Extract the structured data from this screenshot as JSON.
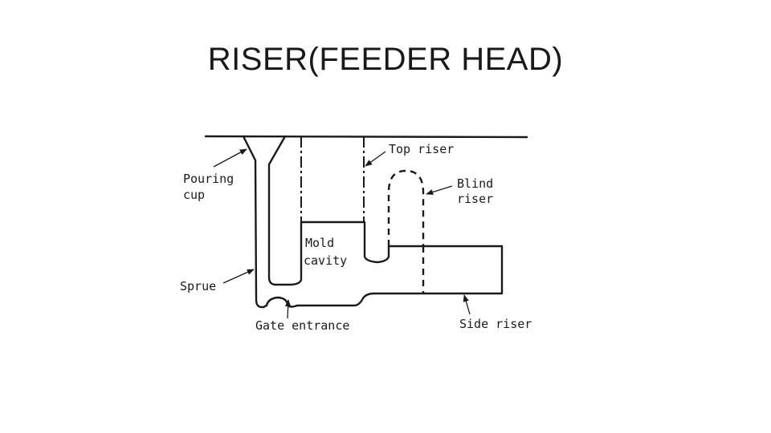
{
  "slide": {
    "title": "RISER(FEEDER HEAD)"
  },
  "diagram": {
    "labels": {
      "pouring_cup_1": "Pouring",
      "pouring_cup_2": "cup",
      "sprue": "Sprue",
      "top_riser": "Top riser",
      "blind_riser_1": "Blind",
      "blind_riser_2": "riser",
      "mold_cavity_1": "Mold",
      "mold_cavity_2": "cavity",
      "gate_entrance": "Gate entrance",
      "side_riser": "Side riser"
    }
  }
}
